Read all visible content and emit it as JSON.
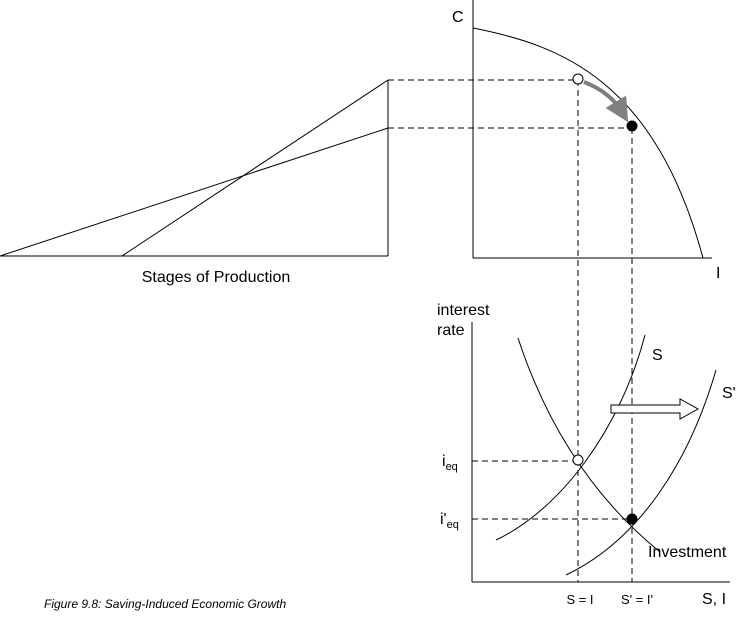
{
  "hayekian_triangle": {
    "label": "Stages of Production"
  },
  "ppf_chart": {
    "y_axis_label": "C",
    "x_axis_label": "I"
  },
  "loanable_funds_chart": {
    "y_axis_label_line1": "interest",
    "y_axis_label_line2": "rate",
    "x_axis_label": "S,  I",
    "supply_label": "S",
    "shifted_supply_label": "S'",
    "demand_label": "Investment",
    "eq_rate_main": "i",
    "eq_rate_sub": "eq",
    "new_eq_rate_main": "i'",
    "new_eq_rate_sub": "eq",
    "eq_quantity_label": "S = I",
    "new_eq_quantity_label": "S' = I'"
  },
  "caption": "Figure 9.8: Saving-Induced Economic Growth",
  "colors": {
    "line": "#000000",
    "shift_arrow": "#808080",
    "open_marker": "#ffffff",
    "closed_marker": "#000000"
  }
}
